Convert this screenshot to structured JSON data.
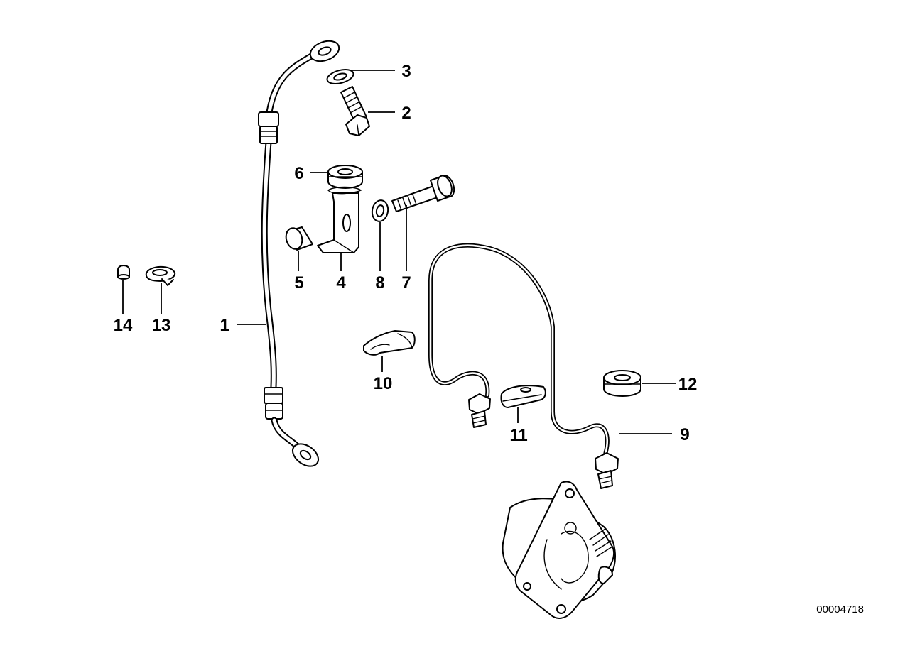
{
  "diagram_ref": "00004718",
  "callouts": {
    "c1": "1",
    "c2": "2",
    "c3": "3",
    "c4": "4",
    "c5": "5",
    "c6": "6",
    "c7": "7",
    "c8": "8",
    "c9": "9",
    "c10": "10",
    "c11": "11",
    "c12": "12",
    "c13": "13",
    "c14": "14"
  }
}
